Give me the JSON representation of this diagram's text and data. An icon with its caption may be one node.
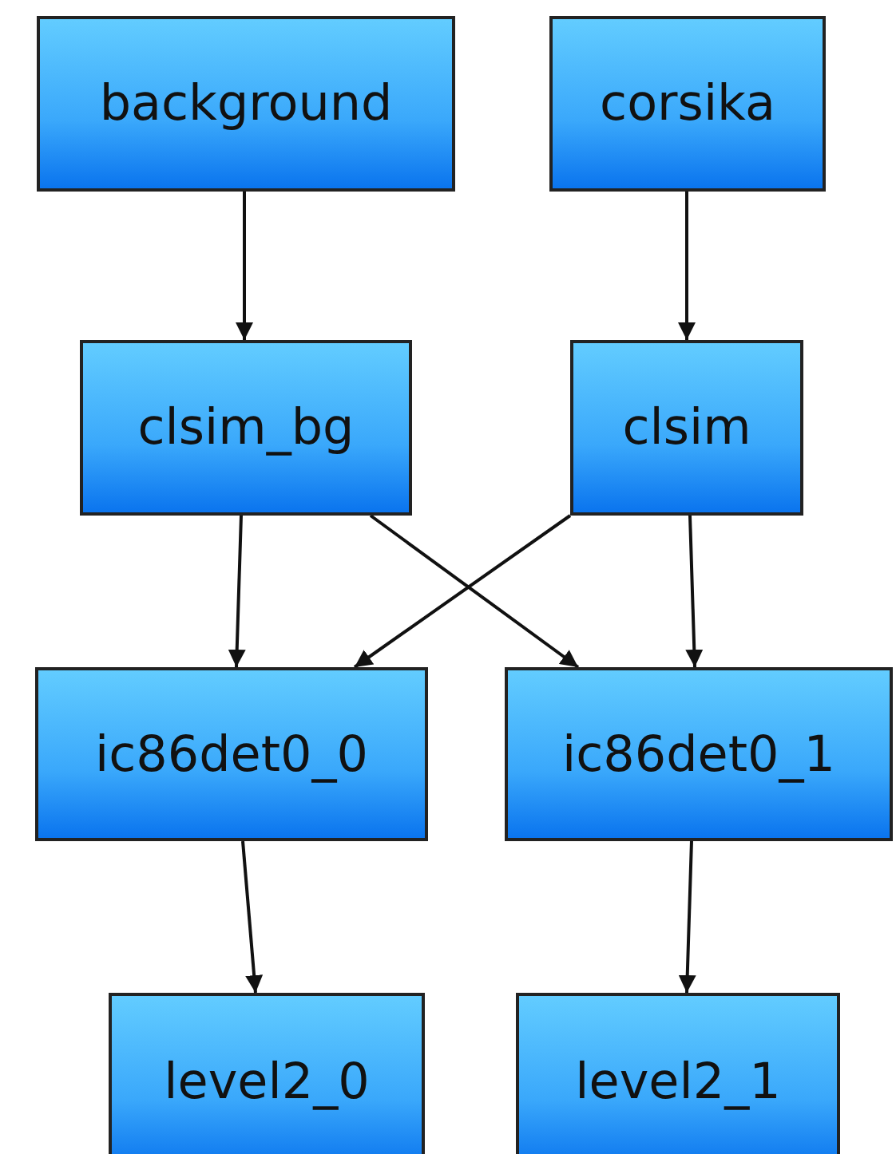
{
  "diagram": {
    "nodes": [
      {
        "text": [
          "background"
        ]
      },
      {
        "text": [
          "corsika"
        ]
      },
      {
        "text": [
          "clsim_bg"
        ]
      },
      {
        "text": [
          "clsim"
        ]
      },
      {
        "text": [
          "ic86det0_0"
        ]
      },
      {
        "text": [
          "ic86det0_1"
        ]
      },
      {
        "text": [
          "level2_0"
        ]
      },
      {
        "text": [
          "level2_1"
        ]
      }
    ],
    "edges": [
      {
        "from": 0,
        "to": 2,
        "arrow": "to"
      },
      {
        "from": 1,
        "to": 3,
        "arrow": "to"
      },
      {
        "from": 2,
        "to": 4,
        "arrow": "to"
      },
      {
        "from": 2,
        "to": 5,
        "arrow": "to"
      },
      {
        "from": 3,
        "to": 4,
        "arrow": "to"
      },
      {
        "from": 3,
        "to": 5,
        "arrow": "to"
      },
      {
        "from": 4,
        "to": 6,
        "arrow": "to"
      },
      {
        "from": 5,
        "to": 7,
        "arrow": "to"
      }
    ]
  }
}
